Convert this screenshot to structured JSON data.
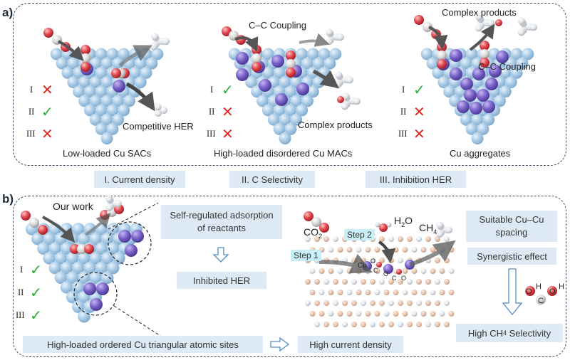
{
  "panel_a": {
    "tag": "a)",
    "captions": [
      "Low-loaded Cu SACs",
      "High-loaded disordered Cu MACs",
      "Cu aggregates"
    ],
    "notes": {
      "competitive_her": "Competitive HER",
      "cc_coupling_1": "C–C Coupling",
      "complex_products_1": "Complex products",
      "complex_products_2": "Complex products",
      "cc_coupling_2": "C–C Coupling"
    },
    "criteria_labels": [
      "I",
      "II",
      "III"
    ],
    "results": [
      [
        "cross",
        "check",
        "cross"
      ],
      [
        "check",
        "cross",
        "cross"
      ],
      [
        "check",
        "cross",
        "cross"
      ]
    ],
    "legend": [
      "I. Current density",
      "II. C Selectivity",
      "III. Inhibition HER"
    ]
  },
  "panel_b": {
    "tag": "b)",
    "our_work": "Our work",
    "criteria_labels": [
      "I",
      "II",
      "III"
    ],
    "results": [
      "check",
      "check",
      "check"
    ],
    "adsorption": "Self-regulated adsorption\nof reactants",
    "inhibited_her": "Inhibited HER",
    "sites": "High-loaded ordered Cu triangular atomic sites",
    "current_density": "High current density",
    "co2": {
      "base": "CO",
      "sub": "2"
    },
    "h2o": {
      "base": "H",
      "sub": "2",
      "tail": "O"
    },
    "ch4": {
      "base": "CH",
      "sub": "4"
    },
    "step1": "Step 1",
    "step2": "Step 2",
    "spacing": "Suitable Cu–Cu\nspacing",
    "synergy": "Synergistic effect",
    "selectivity": {
      "prefix": "High CH",
      "sub": "4",
      "suffix": " Selectivity"
    },
    "mol_atoms": [
      "H",
      "O",
      "C",
      "O",
      "H"
    ],
    "cu_atoms": [
      "Cu",
      "O",
      "C",
      "O",
      "C",
      "O"
    ]
  },
  "symbols": {
    "check": "✓",
    "cross": "✕"
  },
  "colors": {
    "surface": "#a9cbe6",
    "cu": "#7a62c9",
    "oxygen": "#e0484f",
    "carbon": "#d8d8d8",
    "support": "#e7c7b2",
    "check": "#2fae3a",
    "cross": "#e0271e",
    "box": "#dde9f4"
  }
}
